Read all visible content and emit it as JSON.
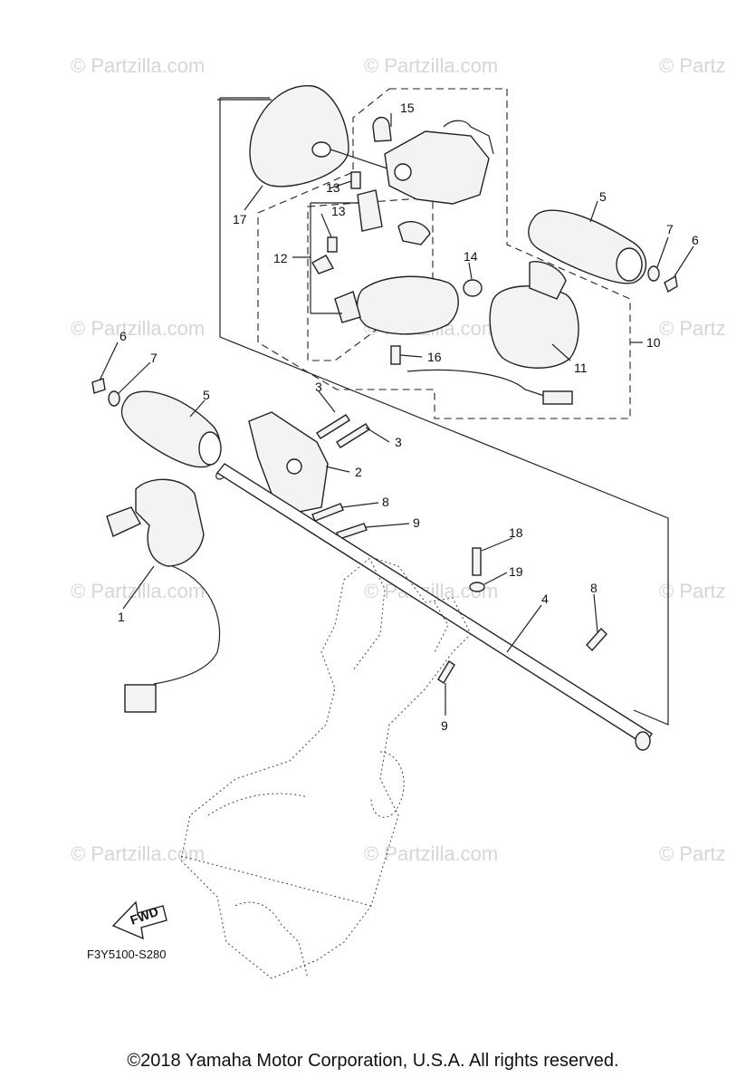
{
  "watermarks": [
    "© Partzilla.com",
    "© Partzilla.com",
    "© Partz",
    "© Partzilla.com",
    "© Partzilla.com",
    "© Partz",
    "© Partzilla.com",
    "© Partzilla.com",
    "© Partz",
    "© Partzilla.com",
    "© Partzilla.com",
    "© Partz"
  ],
  "callouts": {
    "c1": "1",
    "c2": "2",
    "c3a": "3",
    "c3b": "3",
    "c4": "4",
    "c5a": "5",
    "c5b": "5",
    "c6a": "6",
    "c6b": "6",
    "c7a": "7",
    "c7b": "7",
    "c8a": "8",
    "c8b": "8",
    "c9a": "9",
    "c9b": "9",
    "c10": "10",
    "c11": "11",
    "c12": "12",
    "c13a": "13",
    "c13b": "13",
    "c14": "14",
    "c15": "15",
    "c16": "16",
    "c17": "17",
    "c18": "18",
    "c19": "19"
  },
  "fwd_label": "FWD",
  "diagram_code": "F3Y5100-S280",
  "copyright": "©2018  Yamaha Motor Corporation, U.S.A. All rights reserved."
}
